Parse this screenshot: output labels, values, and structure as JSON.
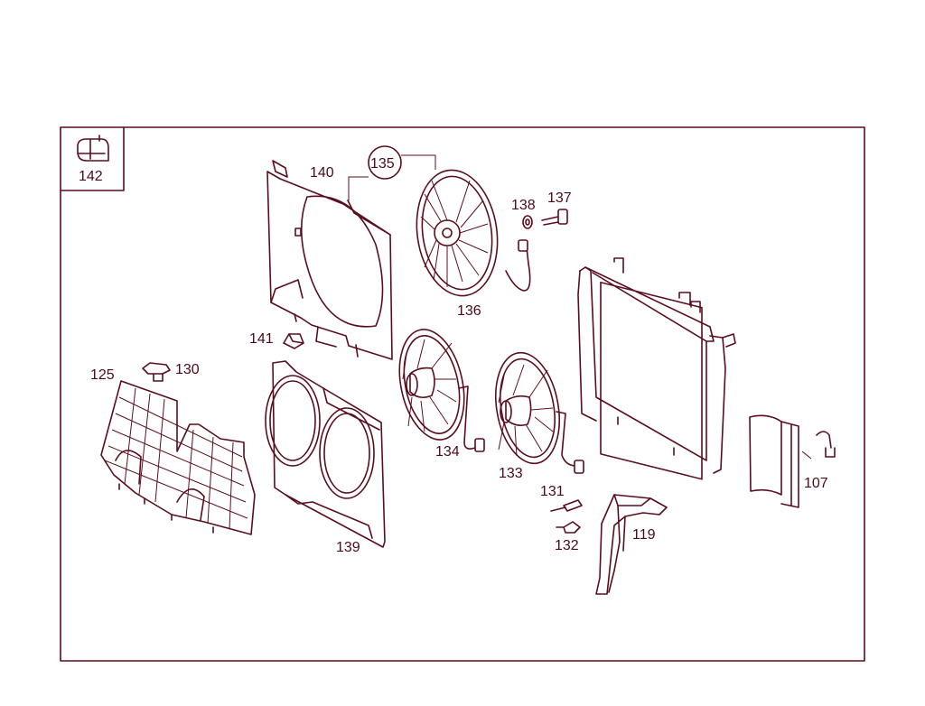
{
  "diagram": {
    "inset_label": "142",
    "callout_label": "135",
    "labels": {
      "p140": "140",
      "p136": "136",
      "p138": "138",
      "p137": "137",
      "p141": "141",
      "p130": "130",
      "p125": "125",
      "p134": "134",
      "p133": "133",
      "p131": "131",
      "p132": "132",
      "p119": "119",
      "p139": "139",
      "p107": "107"
    },
    "line_color": "#5a0d1f",
    "text_color": "#4a0a1a"
  }
}
